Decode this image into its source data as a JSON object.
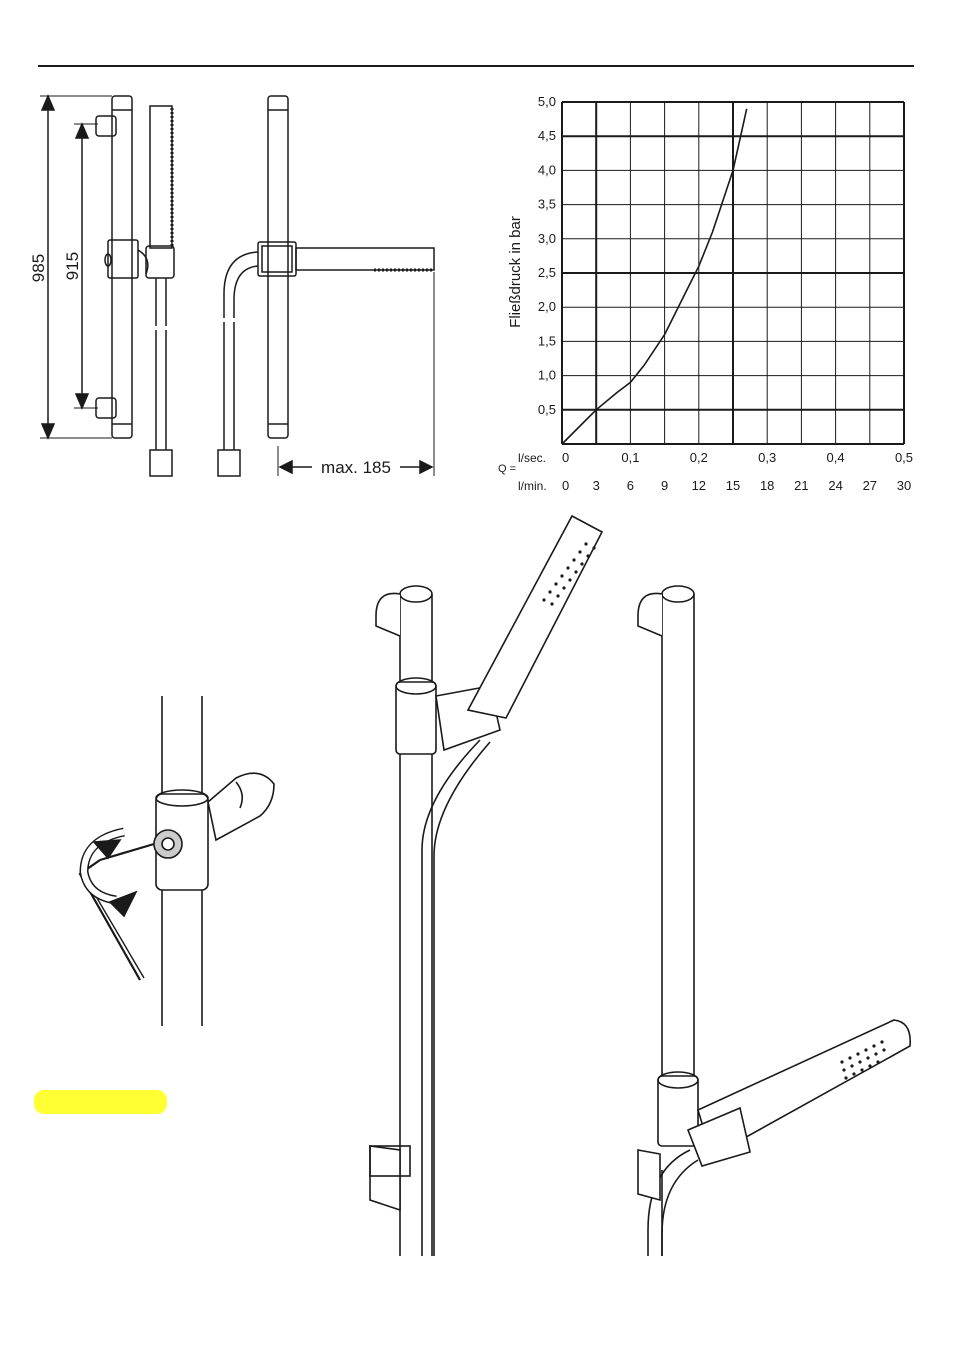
{
  "dimensions": {
    "overall_length": "985",
    "rail_mount_distance": "915",
    "max_projection": "max. 185"
  },
  "chart_data": {
    "type": "line",
    "ylabel": "Fließdruck in bar",
    "flow_prefix": "Q =",
    "x_sec_unit": "l/sec.",
    "x_min_unit": "l/min.",
    "x_sec_ticks": [
      "0",
      "0,1",
      "0,2",
      "0,3",
      "0,4",
      "0,5"
    ],
    "x_min_ticks": [
      "0",
      "3",
      "6",
      "9",
      "12",
      "15",
      "18",
      "21",
      "24",
      "27",
      "30"
    ],
    "y_ticks": [
      "0,5",
      "1,0",
      "1,5",
      "2,0",
      "2,5",
      "3,0",
      "3,5",
      "4,0",
      "4,5",
      "5,0"
    ],
    "xlim": [
      0,
      0.5
    ],
    "ylim": [
      0,
      5
    ],
    "grid": true,
    "heavy_gridlines": {
      "x": [
        0.05,
        0.25
      ],
      "y": [
        0.5,
        2.5,
        4.5
      ]
    },
    "series": [
      {
        "x": [
          0,
          0.03,
          0.05,
          0.08,
          0.1,
          0.12,
          0.15,
          0.18,
          0.2,
          0.22,
          0.25,
          0.27
        ],
        "y": [
          0,
          0.3,
          0.5,
          0.75,
          0.9,
          1.15,
          1.6,
          2.2,
          2.6,
          3.1,
          4.0,
          4.9
        ]
      }
    ]
  },
  "label_box": {
    "color": "#ffff33",
    "text": ""
  }
}
